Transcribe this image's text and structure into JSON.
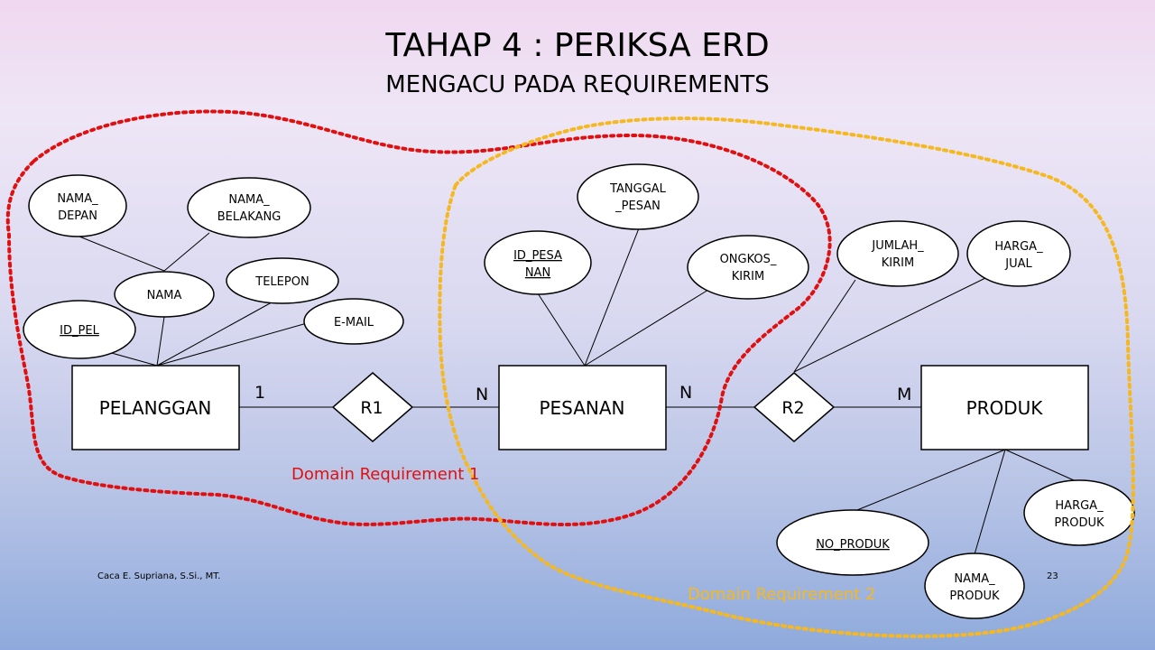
{
  "title": "TAHAP 4 : PERIKSA ERD",
  "subtitle": "MENGACU PADA REQUIREMENTS",
  "entities": {
    "pelanggan": "PELANGGAN",
    "pesanan": "PESANAN",
    "produk": "PRODUK"
  },
  "relations": {
    "r1": "R1",
    "r2": "R2"
  },
  "cardinalities": {
    "pelanggan_r1": "1",
    "r1_pesanan": "N",
    "pesanan_r2": "N",
    "r2_produk": "M"
  },
  "attributes": {
    "nama_depan": [
      "NAMA_",
      "DEPAN"
    ],
    "nama_belakang": [
      "NAMA_",
      "BELAKANG"
    ],
    "nama": "NAMA",
    "telepon": "TELEPON",
    "id_pel": "ID_PEL",
    "email": "E-MAIL",
    "tanggal_pesan": [
      "TANGGAL",
      "_PESAN"
    ],
    "id_pesanan": [
      "ID_PESA",
      "NAN"
    ],
    "ongkos_kirim": [
      "ONGKOS_",
      "KIRIM"
    ],
    "jumlah_kirim": [
      "JUMLAH_",
      "KIRIM"
    ],
    "harga_jual": [
      "HARGA_",
      "JUAL"
    ],
    "harga_produk": [
      "HARGA_",
      "PRODUK"
    ],
    "no_produk": "NO_PRODUK",
    "nama_produk": [
      "NAMA_",
      "PRODUK"
    ]
  },
  "domains": {
    "domain1": "Domain Requirement  1",
    "domain2": "Domain Requirement 2",
    "domain1_color": "#e01010",
    "domain2_color": "#f5b820"
  },
  "footer": {
    "author": "Caca E. Supriana, S.Si., MT.",
    "page": "23"
  }
}
